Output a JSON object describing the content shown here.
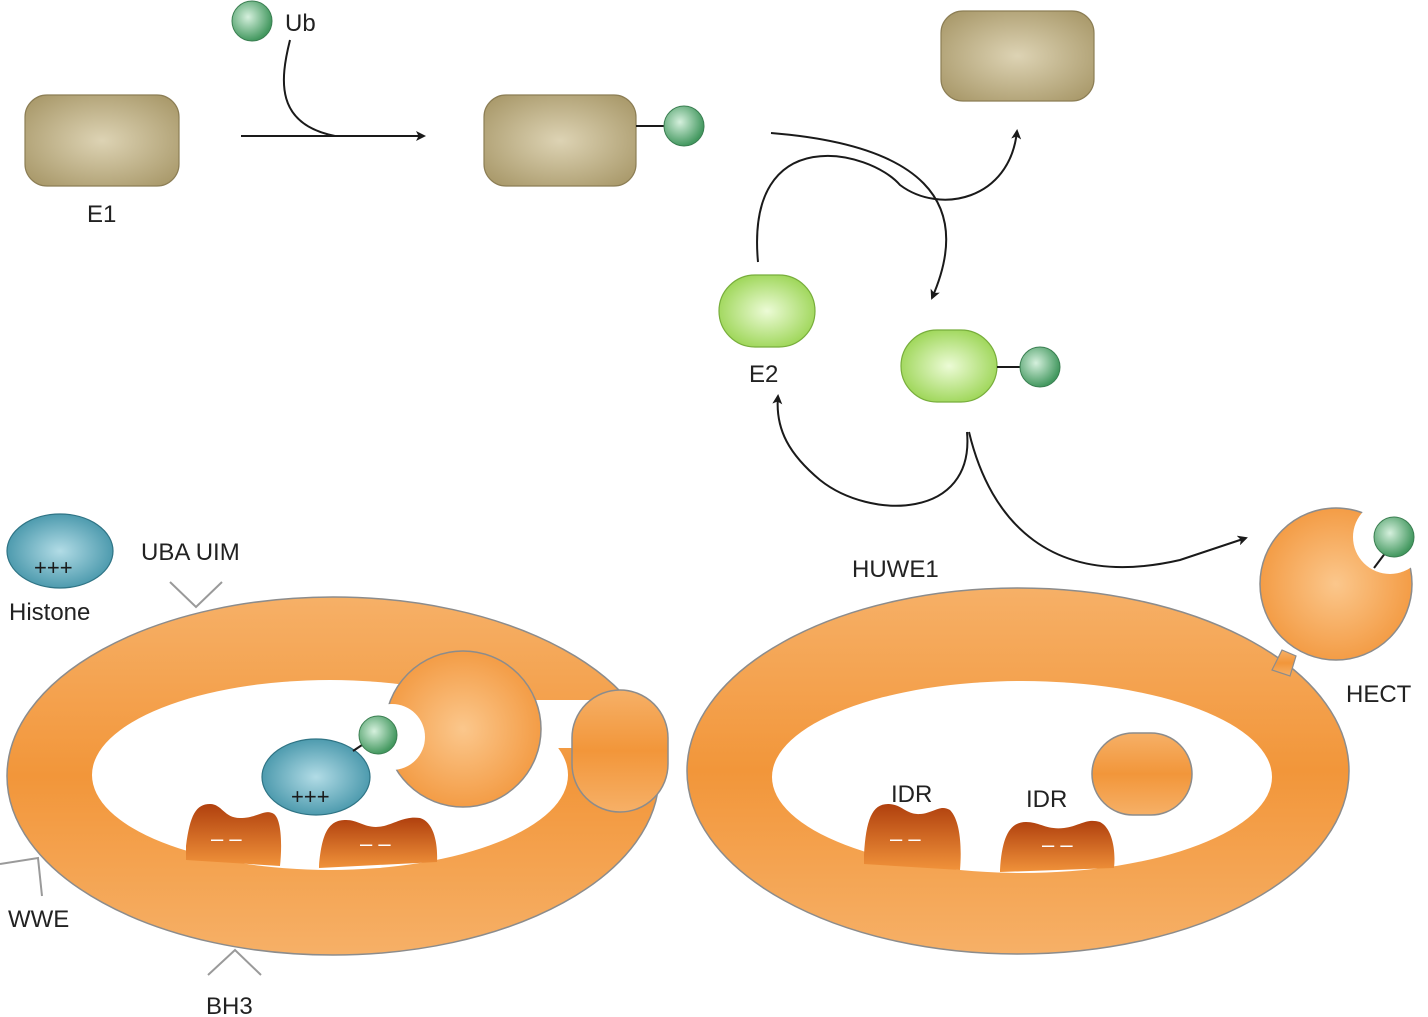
{
  "labels": {
    "ub": "Ub",
    "e1": "E1",
    "e2": "E2",
    "huwe1": "HUWE1",
    "hect": "HECT",
    "histone": "Histone",
    "uba_uim": "UBA UIM",
    "wwe": "WWE",
    "bh3": "BH3",
    "idr_1": "IDR",
    "idr_2": "IDR"
  },
  "charges": {
    "histone_free": "+++",
    "histone_bound": "+++",
    "idr_left_1": "– –",
    "idr_left_2": "– –",
    "idr_right_1": "– –",
    "idr_right_2": "– –"
  },
  "colors": {
    "e1": "#b5a57a",
    "e2": "#a9dc62",
    "ubiquitin": "#5fb07f",
    "histone": "#3f93a6",
    "huwe1": "#f59a3c",
    "idr": "#b5430e",
    "arrow": "#1a1a1a"
  }
}
